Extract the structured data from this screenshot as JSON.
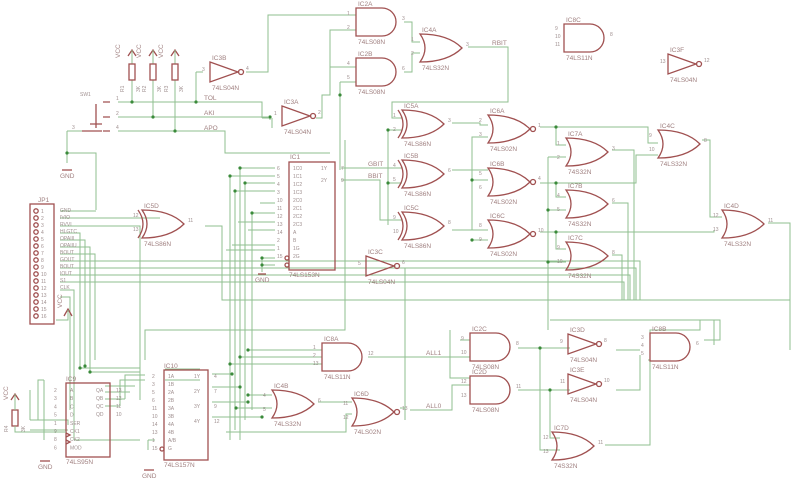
{
  "gates": {
    "ic2a": {
      "name": "IC2A",
      "part": "74LS08N",
      "pins": [
        "1",
        "2",
        "3"
      ]
    },
    "ic2b": {
      "name": "IC2B",
      "part": "74LS08N",
      "pins": [
        "4",
        "5",
        "6"
      ]
    },
    "ic4a": {
      "name": "IC4A",
      "part": "74LS32N",
      "pins": [
        "1",
        "2",
        "3"
      ]
    },
    "ic8c": {
      "name": "IC8C",
      "part": "74LS11N",
      "pins": [
        "9",
        "10",
        "11",
        "8"
      ]
    },
    "ic3f": {
      "name": "IC3F",
      "part": "74LS04N",
      "pins": [
        "13",
        "12"
      ]
    },
    "ic3b": {
      "name": "IC3B",
      "part": "74LS04N",
      "pins": [
        "3",
        "4"
      ]
    },
    "ic3a": {
      "name": "IC3A",
      "part": "74LS04N",
      "pins": [
        "1",
        "2"
      ]
    },
    "ic5a": {
      "name": "IC5A",
      "part": "74LS86N",
      "pins": [
        "1",
        "2",
        "3"
      ]
    },
    "ic5b": {
      "name": "IC5B",
      "part": "74LS86N",
      "pins": [
        "4",
        "5",
        "6"
      ]
    },
    "ic5c": {
      "name": "IC5C",
      "part": "74LS86N",
      "pins": [
        "9",
        "10",
        "8"
      ]
    },
    "ic5d": {
      "name": "IC5D",
      "part": "74LS86N",
      "pins": [
        "12",
        "13",
        "11"
      ]
    },
    "ic6a": {
      "name": "IC6A",
      "part": "74LS02N",
      "pins": [
        "2",
        "3",
        "1"
      ]
    },
    "ic6b": {
      "name": "IC6B",
      "part": "74LS02N",
      "pins": [
        "5",
        "6",
        "4"
      ]
    },
    "ic6c": {
      "name": "IC6C",
      "part": "74LS02N",
      "pins": [
        "8",
        "9",
        "10"
      ]
    },
    "ic6d": {
      "name": "IC6D",
      "part": "74LS02N",
      "pins": [
        "11",
        "12",
        "13"
      ]
    },
    "ic7a": {
      "name": "IC7A",
      "part": "74S32N",
      "pins": [
        "1",
        "2",
        "3"
      ]
    },
    "ic7b": {
      "name": "IC7B",
      "part": "74S32N",
      "pins": [
        "4",
        "5",
        "6"
      ]
    },
    "ic7c": {
      "name": "IC7C",
      "part": "74S32N",
      "pins": [
        "9",
        "10",
        "8"
      ]
    },
    "ic7d": {
      "name": "IC7D",
      "part": "74S32N",
      "pins": [
        "12",
        "13",
        "11"
      ]
    },
    "ic4c": {
      "name": "IC4C",
      "part": "74LS32N",
      "pins": [
        "9",
        "10",
        "8"
      ]
    },
    "ic4d": {
      "name": "IC4D",
      "part": "74LS32N",
      "pins": [
        "12",
        "13",
        "11"
      ]
    },
    "ic4b": {
      "name": "IC4B",
      "part": "74LS32N",
      "pins": [
        "4",
        "5",
        "6"
      ]
    },
    "ic3c": {
      "name": "IC3C",
      "part": "74LS04N",
      "pins": [
        "5",
        "6"
      ]
    },
    "ic3d": {
      "name": "IC3D",
      "part": "74LS04N",
      "pins": [
        "9",
        "8"
      ]
    },
    "ic3e": {
      "name": "IC3E",
      "part": "74LS04N",
      "pins": [
        "11",
        "10"
      ]
    },
    "ic8a": {
      "name": "IC8A",
      "part": "74LS11N",
      "pins": [
        "1",
        "2",
        "13",
        "12"
      ]
    },
    "ic8b": {
      "name": "IC8B",
      "part": "74LS11N",
      "pins": [
        "3",
        "4",
        "5",
        "6"
      ]
    },
    "ic2c": {
      "name": "IC2C",
      "part": "74LS08N",
      "pins": [
        "9",
        "10",
        "8"
      ]
    },
    "ic2d": {
      "name": "IC2D",
      "part": "74LS08N",
      "pins": [
        "12",
        "13",
        "11"
      ]
    }
  },
  "ic1": {
    "name": "IC1",
    "part": "74LS153N",
    "left_pins": [
      "6",
      "5",
      "4",
      "3",
      "10",
      "11",
      "12",
      "13",
      "14",
      "2",
      "1",
      "15"
    ],
    "left_labels": [
      "1C0",
      "1C1",
      "1C2",
      "1C3",
      "2C0",
      "2C1",
      "2C2",
      "2C3",
      "A",
      "B",
      "1G",
      "2G"
    ],
    "right_pins": [
      "7",
      "9"
    ],
    "right_labels": [
      "1Y",
      "2Y"
    ]
  },
  "ic9": {
    "name": "IC9",
    "part": "74LS95N",
    "left_pins": [
      "2",
      "3",
      "4",
      "5",
      "1",
      "9",
      "8",
      "6"
    ],
    "left_labels": [
      "A",
      "B",
      "C",
      "D",
      "SER",
      "CK1",
      "CK2",
      "MOD"
    ],
    "right_pins": [
      "13",
      "12",
      "11",
      "10"
    ],
    "right_labels": [
      "QA",
      "QB",
      "QC",
      "QD"
    ]
  },
  "ic10": {
    "name": "IC10",
    "part": "74LS157N",
    "left_pins": [
      "2",
      "3",
      "5",
      "6",
      "11",
      "10",
      "14",
      "13",
      "1",
      "15"
    ],
    "left_labels": [
      "1A",
      "1B",
      "2A",
      "2B",
      "3A",
      "3B",
      "4A",
      "4B",
      "A/B",
      "G"
    ],
    "right_pins": [
      "4",
      "7",
      "9",
      "12"
    ],
    "right_labels": [
      "1Y",
      "2Y",
      "3Y",
      "4Y"
    ]
  },
  "jp1": {
    "name": "JP1",
    "pins": [
      "1",
      "2",
      "3",
      "4",
      "5",
      "6",
      "7",
      "8",
      "9",
      "10",
      "11",
      "12",
      "13",
      "14",
      "15",
      "16"
    ],
    "signals": [
      "GND",
      "IVIO",
      "RVVI",
      "HLGTC",
      "OPAIII",
      "OPAIIU",
      "BOUT",
      "GOUT",
      "BOUT",
      "IOUT",
      "S1",
      "CLK"
    ]
  },
  "switch": {
    "name": "SW1",
    "pins": [
      "1",
      "2",
      "3",
      "4"
    ]
  },
  "resistors": [
    {
      "name": "R1",
      "value": "3K"
    },
    {
      "name": "R2",
      "value": "3K"
    },
    {
      "name": "R3",
      "value": "3K"
    },
    {
      "name": "R4",
      "value": "3K"
    }
  ],
  "power": {
    "vcc": "VCC",
    "gnd": "GND"
  },
  "nets": {
    "tol": "TOL",
    "aki": "AKI",
    "apo": "APO",
    "rbit": "RBIT",
    "gbit": "GBIT",
    "bbit": "BBIT",
    "all1": "ALL1",
    "all0": "ALL0"
  },
  "colors": {
    "wire": "#8fbf8f",
    "symbol": "#a05050",
    "junction": "#3a8a3a",
    "text": "#a08080"
  }
}
